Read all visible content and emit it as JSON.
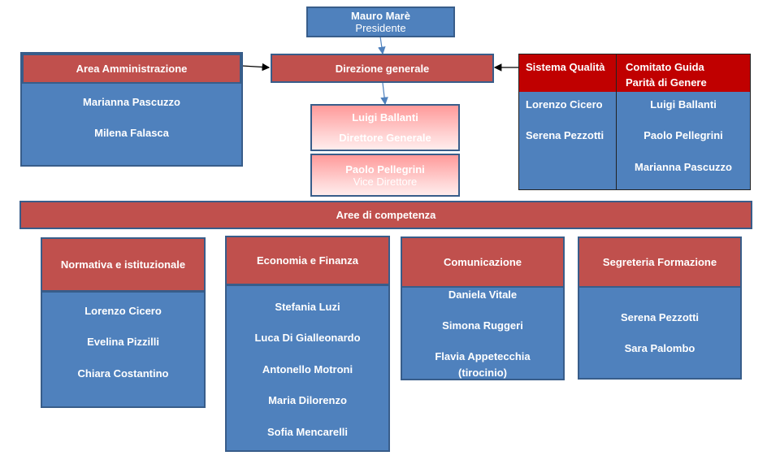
{
  "president": {
    "name": "Mauro Marè",
    "role": "Presidente"
  },
  "area_amm": {
    "title": "Area Amministrazione",
    "members": [
      "Marianna Pascuzzo",
      "Milena Falasca"
    ]
  },
  "direzione": {
    "title": "Direzione generale"
  },
  "director": {
    "name": "Luigi Ballanti",
    "role": "Direttore Generale"
  },
  "vice": {
    "name": "Paolo Pellegrini",
    "role": "Vice Direttore"
  },
  "qualita": {
    "title": "Sistema Qualità",
    "members": [
      "Lorenzo Cicero",
      "Serena Pezzotti"
    ]
  },
  "comitato": {
    "title_line1": "Comitato Guida",
    "title_line2": "Parità di Genere",
    "members": [
      "Luigi Ballanti",
      "Paolo Pellegrini",
      "Marianna Pascuzzo"
    ]
  },
  "aree": {
    "title": "Aree di competenza"
  },
  "units": [
    {
      "title": "Normativa e istituzionale",
      "members": [
        "Lorenzo Cicero",
        "Evelina Pizzilli",
        "Chiara Costantino"
      ]
    },
    {
      "title": "Economia e Finanza",
      "members": [
        "Stefania Luzi",
        "Luca Di Gialleonardo",
        "Antonello Motroni",
        "Maria Dilorenzo",
        "Sofia Mencarelli"
      ]
    },
    {
      "title": "Comunicazione",
      "members": [
        "Daniela Vitale",
        "Simona Ruggeri",
        "Flavia Appetecchia",
        "(tirocinio)"
      ]
    },
    {
      "title": "Segreteria Formazione",
      "members": [
        "Serena Pezzotti",
        "Sara Palombo"
      ]
    }
  ],
  "colors": {
    "blue": "#4f81bd",
    "red": "#c0504d",
    "dark_red": "#c00000",
    "border": "#385d8a"
  }
}
